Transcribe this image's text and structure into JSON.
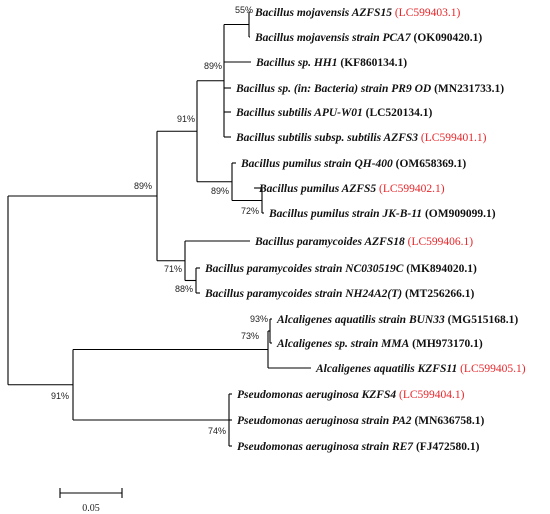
{
  "tree": {
    "colors": {
      "line": "#000000",
      "text": "#111111",
      "highlight": "#e8262a"
    },
    "taxa": [
      {
        "id": "t1",
        "name": "Bacillus mojavensis AZFS15",
        "accession": "(LC599403.1)",
        "highlight": true
      },
      {
        "id": "t2",
        "name": "Bacillus mojavensis strain PCA7",
        "accession": "(OK090420.1)",
        "highlight": false
      },
      {
        "id": "t3",
        "name": "Bacillus sp. HH1",
        "accession": "(KF860134.1)",
        "highlight": false
      },
      {
        "id": "t4",
        "name": "Bacillus sp. (in: Bacteria) strain PR9 OD",
        "accession": "(MN231733.1)",
        "highlight": false
      },
      {
        "id": "t5",
        "name": "Bacillus subtilis APU-W01",
        "accession": "(LC520134.1)",
        "highlight": false
      },
      {
        "id": "t6",
        "name": "Bacillus subtilis subsp. subtilis AZFS3",
        "accession": "(LC599401.1)",
        "highlight": true
      },
      {
        "id": "t7",
        "name": "Bacillus pumilus strain QH-400",
        "accession": "(OM658369.1)",
        "highlight": false
      },
      {
        "id": "t8",
        "name": "Bacillus pumilus AZFS5",
        "accession": "(LC599402.1)",
        "highlight": true
      },
      {
        "id": "t9",
        "name": "Bacillus pumilus strain JK-B-11",
        "accession": "(OM909099.1)",
        "highlight": false
      },
      {
        "id": "t10",
        "name": "Bacillus paramycoides AZFS18",
        "accession": "(LC599406.1)",
        "highlight": true
      },
      {
        "id": "t11",
        "name": "Bacillus paramycoides strain NC030519C",
        "accession": "(MK894020.1)",
        "highlight": false
      },
      {
        "id": "t12",
        "name": "Bacillus paramycoides strain NH24A2(T)",
        "accession": "(MT256266.1)",
        "highlight": false
      },
      {
        "id": "t13",
        "name": "Alcaligenes aquatilis strain BUN33",
        "accession": "(MG515168.1)",
        "highlight": false
      },
      {
        "id": "t14",
        "name": "Alcaligenes sp. strain MMA",
        "accession": "(MH973170.1)",
        "highlight": false
      },
      {
        "id": "t15",
        "name": "Alcaligenes aquatilis KZFS11",
        "accession": "(LC599405.1)",
        "highlight": true
      },
      {
        "id": "t16",
        "name": "Pseudomonas aeruginosa KZFS4",
        "accession": "(LC599404.1)",
        "highlight": true
      },
      {
        "id": "t17",
        "name": "Pseudomonas aeruginosa strain PA2",
        "accession": "(MN636758.1)",
        "highlight": false
      },
      {
        "id": "t18",
        "name": "Pseudomonas aeruginosa strain RE7",
        "accession": "(FJ472580.1)",
        "highlight": false
      }
    ],
    "bootstrap": [
      {
        "id": "b_moj",
        "label": "55%"
      },
      {
        "id": "b_sub",
        "label": "89%"
      },
      {
        "id": "b_bs",
        "label": "91%"
      },
      {
        "id": "b_bac",
        "label": "89%"
      },
      {
        "id": "b_pum",
        "label": "89%"
      },
      {
        "id": "b_pum2",
        "label": "72%"
      },
      {
        "id": "b_para",
        "label": "71%"
      },
      {
        "id": "b_para2",
        "label": "88%"
      },
      {
        "id": "b_alc",
        "label": "93%"
      },
      {
        "id": "b_alc2",
        "label": "73%"
      },
      {
        "id": "b_root2",
        "label": "91%"
      },
      {
        "id": "b_pse",
        "label": "74%"
      }
    ],
    "scale_bar": {
      "label": "0.05",
      "value": 0.05
    }
  }
}
